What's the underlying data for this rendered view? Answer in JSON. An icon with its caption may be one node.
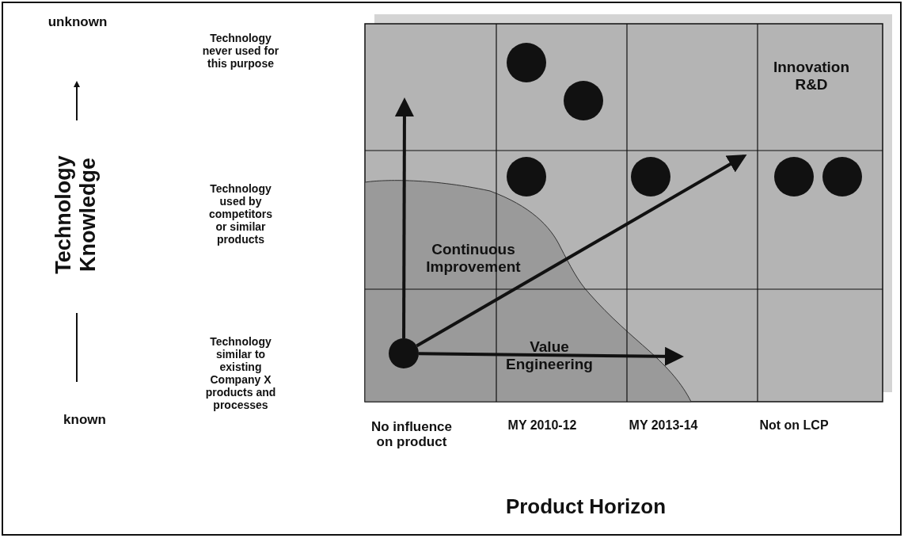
{
  "diagram": {
    "nodes": [
      {
        "text": [],
        "shape": "circle"
      },
      {
        "text": [],
        "shape": "circle"
      },
      {
        "text": [],
        "shape": "circle"
      },
      {
        "text": [],
        "shape": "circle"
      },
      {
        "text": [],
        "shape": "circle"
      },
      {
        "text": [],
        "shape": "circle"
      },
      {
        "text": [],
        "shape": "circle"
      }
    ],
    "edges": [
      {
        "from": 6,
        "to": null,
        "arrow": "to"
      },
      {
        "from": 6,
        "to": null,
        "arrow": "to"
      },
      {
        "from": 6,
        "to": null,
        "arrow": "to"
      }
    ],
    "labels": [
      "unknown",
      "Technology never used for this purpose",
      "Innovation R&D",
      "Technology Knowledge",
      "Technology used by competitors or similar products",
      "Continuous Improvement",
      "Value Engineering",
      "Technology similar to existing Company X products and processes",
      "known",
      "No influence on product",
      "MY 2010-12",
      "MY 2013-14",
      "Not on LCP",
      "Product Horizon"
    ]
  }
}
